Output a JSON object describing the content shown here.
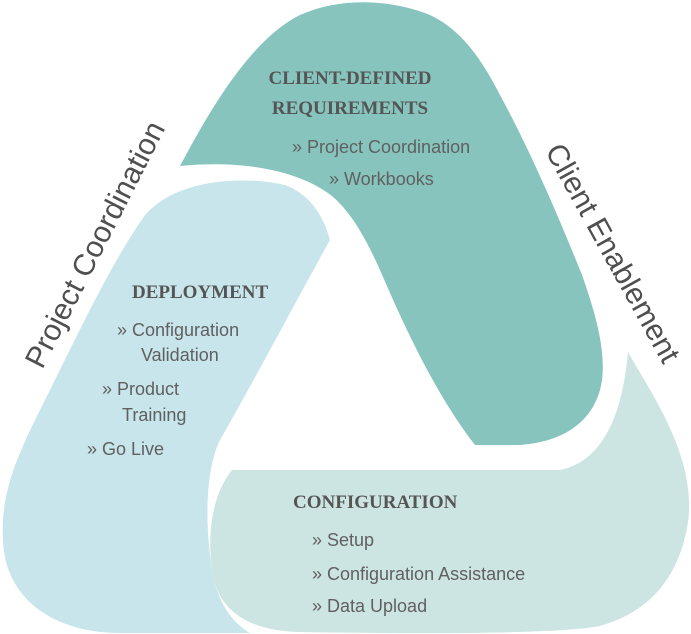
{
  "colors": {
    "top_band": "#86c4bd",
    "left_band": "#c7e5ea",
    "bottom_band": "#cde5e2",
    "heading_text": "#555555",
    "item_text": "#606060",
    "side_label": "#4f4f4f",
    "background": "#ffffff"
  },
  "side_labels": {
    "left": "Project Coordination",
    "right": "Client Enablement"
  },
  "sections": {
    "requirements": {
      "heading_line1": "CLIENT-DEFINED",
      "heading_line2": "REQUIREMENTS",
      "items": [
        "» Project Coordination",
        "» Workbooks"
      ]
    },
    "deployment": {
      "heading": "DEPLOYMENT",
      "item1_line1": "» Configuration",
      "item1_line2": "Validation",
      "item2_line1": "» Product",
      "item2_line2": "Training",
      "item3": "» Go Live"
    },
    "configuration": {
      "heading": "CONFIGURATION",
      "items": [
        "» Setup",
        "» Configuration Assistance",
        "» Data Upload"
      ]
    }
  }
}
